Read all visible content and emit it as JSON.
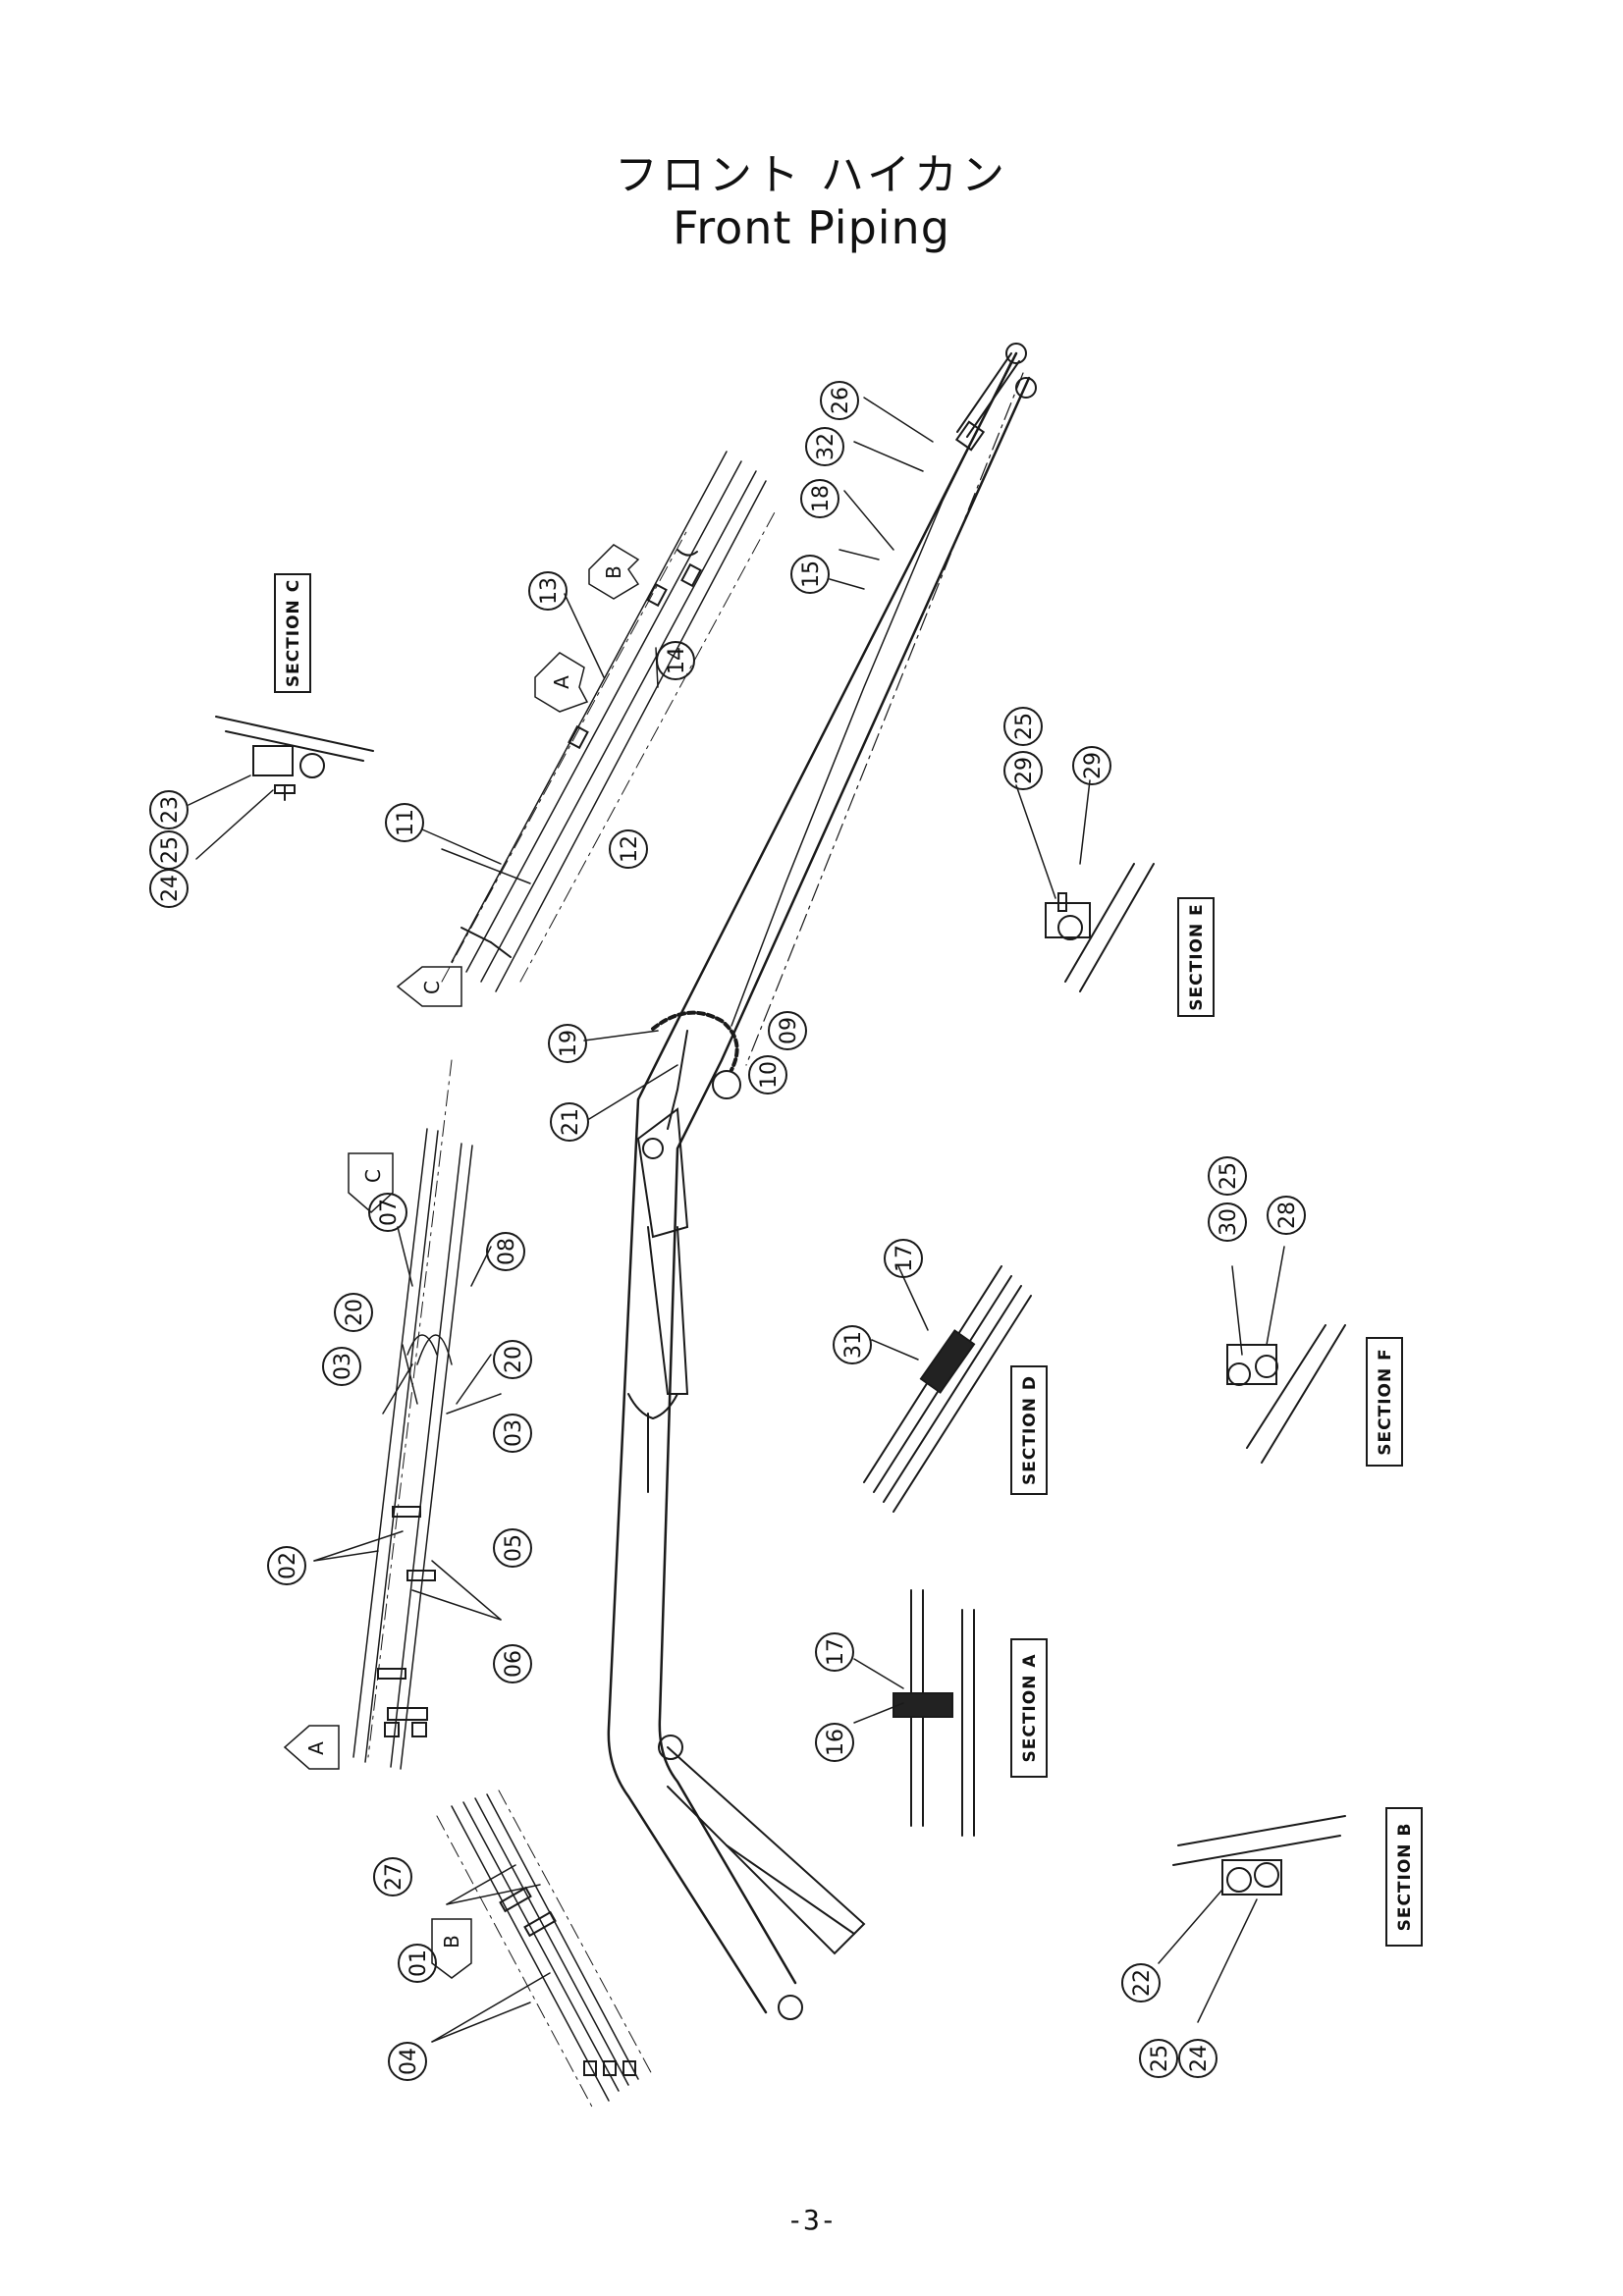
{
  "title": {
    "jp": "フロント ハイカン",
    "en": "Front Piping"
  },
  "page_number": "-3-",
  "sections": {
    "a": "SECTION A",
    "b": "SECTION B",
    "c": "SECTION C",
    "d": "SECTION D",
    "e": "SECTION E",
    "f": "SECTION F"
  },
  "view_arrows": {
    "a_top": "A",
    "a_bottom": "A",
    "b_top": "B",
    "b_bottom": "B",
    "c_top": "C",
    "c_mid": "C"
  },
  "callouts": {
    "c01": "01",
    "c02": "02",
    "c03a": "03",
    "c03b": "03",
    "c04": "04",
    "c05": "05",
    "c06": "06",
    "c07": "07",
    "c08": "08",
    "c09": "09",
    "c10": "10",
    "c11": "11",
    "c12": "12",
    "c13": "13",
    "c14": "14",
    "c15": "15",
    "c16": "16",
    "c17a": "17",
    "c17b": "17",
    "c18": "18",
    "c19": "19",
    "c20a": "20",
    "c20b": "20",
    "c21": "21",
    "c22": "22",
    "c23": "23",
    "c24a": "24",
    "c24b": "24",
    "c25a": "25",
    "c25b": "25",
    "c25c": "25",
    "c25d": "25",
    "c26": "26",
    "c27": "27",
    "c28": "28",
    "c29a": "29",
    "c29b": "29",
    "c30": "30",
    "c31": "31",
    "c32": "32"
  }
}
